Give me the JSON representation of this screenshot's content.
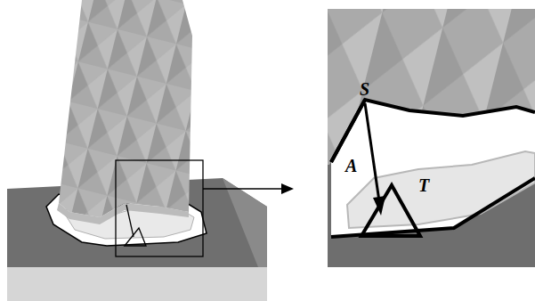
{
  "diagram": {
    "labels": [
      "S",
      "A",
      "T"
    ]
  }
}
